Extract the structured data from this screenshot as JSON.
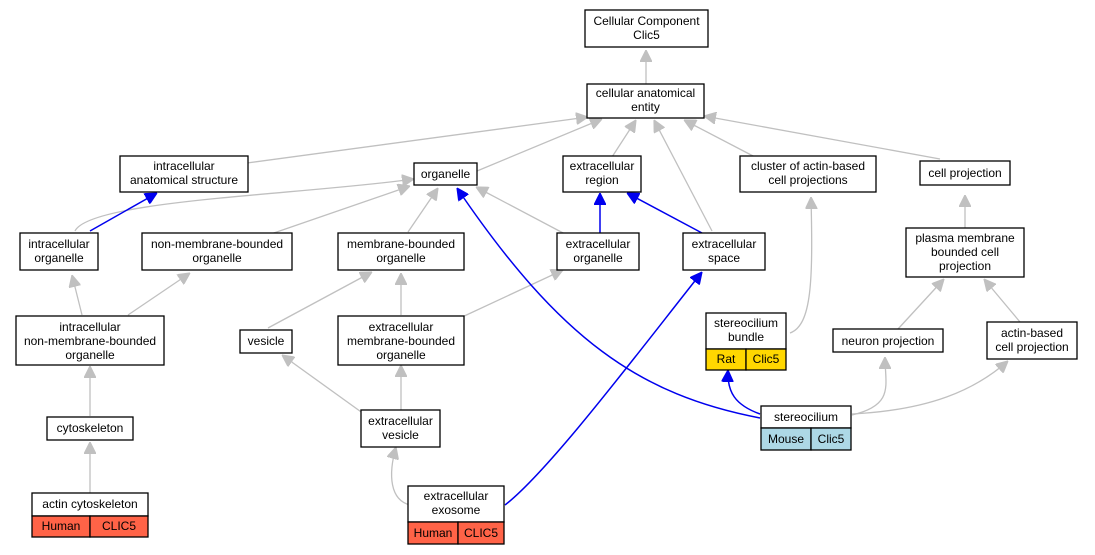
{
  "nodes": {
    "root": [
      "Cellular Component",
      "Clic5"
    ],
    "cae": [
      "cellular anatomical",
      "entity"
    ],
    "ias": [
      "intracellular",
      "anatomical structure"
    ],
    "org": [
      "organelle"
    ],
    "extreg": [
      "extracellular",
      "region"
    ],
    "cluster": [
      "cluster of actin-based",
      "cell projections"
    ],
    "cellproj": [
      "cell projection"
    ],
    "intorg": [
      "intracellular",
      "organelle"
    ],
    "nmbo": [
      "non-membrane-bounded",
      "organelle"
    ],
    "mbo": [
      "membrane-bounded",
      "organelle"
    ],
    "extorg": [
      "extracellular",
      "organelle"
    ],
    "extspace": [
      "extracellular",
      "space"
    ],
    "pmbcp": [
      "plasma membrane",
      "bounded cell",
      "projection"
    ],
    "inmbo": [
      "intracellular",
      "non-membrane-bounded",
      "organelle"
    ],
    "vesicle": [
      "vesicle"
    ],
    "embo": [
      "extracellular",
      "membrane-bounded",
      "organelle"
    ],
    "sbundle": [
      "stereocilium",
      "bundle"
    ],
    "neuron": [
      "neuron projection"
    ],
    "abcp": [
      "actin-based",
      "cell projection"
    ],
    "cytosk": [
      "cytoskeleton"
    ],
    "extves": [
      "extracellular",
      "vesicle"
    ],
    "stereo": [
      "stereocilium"
    ],
    "actincyto": [
      "actin cytoskeleton"
    ],
    "exosome": [
      "extracellular",
      "exosome"
    ]
  },
  "annotations": {
    "sbundle": {
      "species": "Rat",
      "gene": "Clic5",
      "color": "#FFD700"
    },
    "stereo": {
      "species": "Mouse",
      "gene": "Clic5",
      "color": "#ADD8E6"
    },
    "actincyto": {
      "species": "Human",
      "gene": "CLIC5",
      "color": "#FF6347"
    },
    "exosome": {
      "species": "Human",
      "gene": "CLIC5",
      "color": "#FF6347"
    }
  },
  "colors": {
    "edge_default": "#c0c0c0",
    "edge_annotated": "#0000ee"
  }
}
